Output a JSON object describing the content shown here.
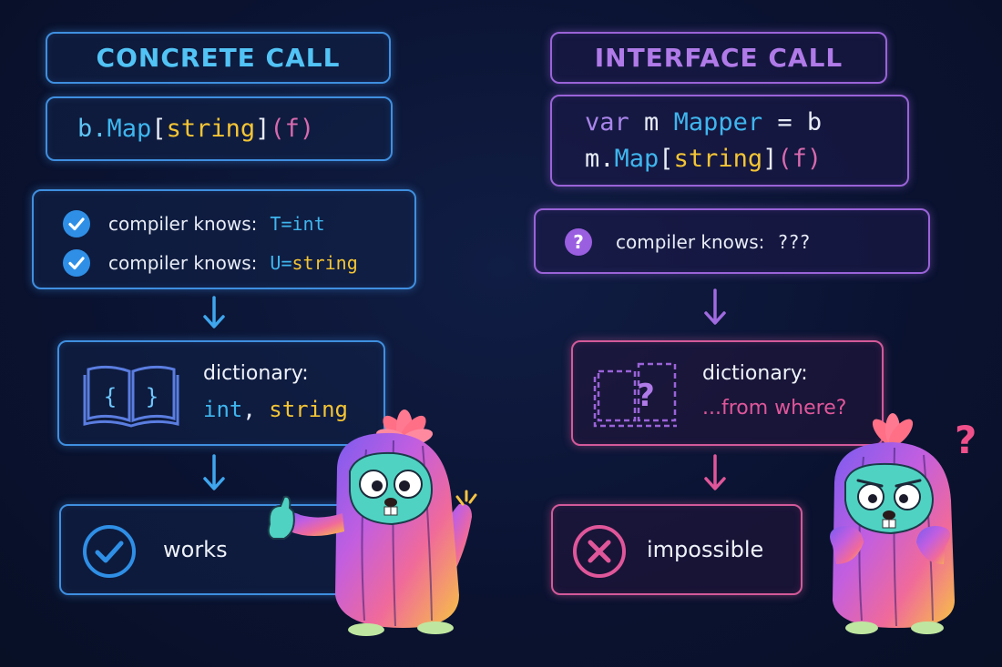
{
  "left": {
    "title": "CONCRETE CALL",
    "code": {
      "receiver": "b.",
      "method": "Map",
      "lb": "[",
      "type": "string",
      "rb": "]",
      "lp": "(",
      "arg": "f",
      "rp": ")"
    },
    "knows": [
      {
        "label": "compiler knows:",
        "tname": "T=",
        "tval": "int"
      },
      {
        "label": "compiler knows:",
        "tname": "U=",
        "tval": "string"
      }
    ],
    "dict": {
      "label": "dictionary:",
      "val1": "int",
      "sep": ",",
      "val2": "string"
    },
    "result": "works"
  },
  "right": {
    "title": "INTERFACE CALL",
    "code_line1": {
      "kw": "var",
      "name": "m",
      "type": "Mapper",
      "eq": "=",
      "val": "b"
    },
    "code_line2": {
      "receiver": "m.",
      "method": "Map",
      "lb": "[",
      "type": "string",
      "rb": "]",
      "lp": "(",
      "arg": "f",
      "rp": ")"
    },
    "knows": {
      "label": "compiler knows:",
      "val": "???"
    },
    "dict": {
      "label": "dictionary:",
      "val": "...from where?"
    },
    "result": "impossible"
  },
  "colors": {
    "blue": "#3f8fe0",
    "cyan": "#3fb6ee",
    "yellow": "#f4c534",
    "purple": "#9a63d8",
    "pink": "#d45a9a",
    "green": "#2fd3a0"
  }
}
